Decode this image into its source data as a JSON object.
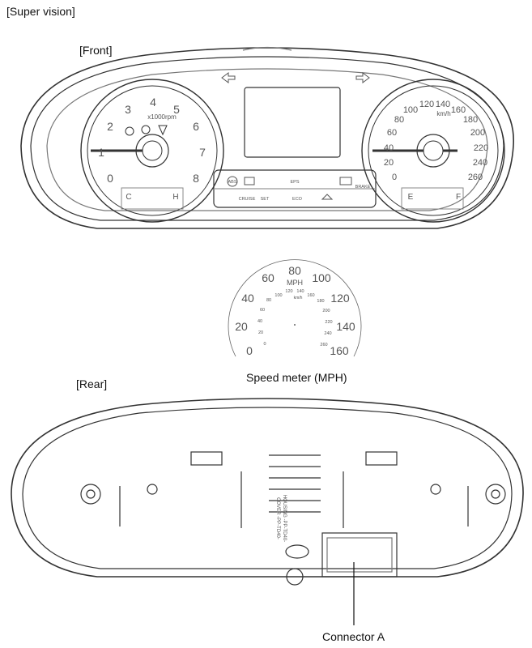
{
  "header": {
    "title": "[Super vision]"
  },
  "front": {
    "label": "[Front]",
    "tach": {
      "numbers": [
        "0",
        "1",
        "2",
        "3",
        "4",
        "5",
        "6",
        "7",
        "8"
      ],
      "unit": "x1000rpm"
    },
    "temp": {
      "cold": "C",
      "hot": "H"
    },
    "fuel": {
      "empty": "E",
      "full": "F"
    },
    "speedo": {
      "numbers": [
        "0",
        "20",
        "40",
        "60",
        "80",
        "100",
        "120",
        "140",
        "160",
        "180",
        "200",
        "220",
        "240",
        "260"
      ],
      "unit": "km/h"
    },
    "warnings": {
      "cruise": "CRUISE",
      "set": "SET",
      "eps": "EPS",
      "eco": "ECO",
      "brake": "BRAKE",
      "abs": "ABS"
    }
  },
  "mph_gauge": {
    "outer_numbers": [
      "0",
      "20",
      "40",
      "60",
      "80",
      "100",
      "120",
      "140",
      "160"
    ],
    "unit": "MPH",
    "inner_numbers": [
      "0",
      "20",
      "40",
      "60",
      "80",
      "100",
      "120",
      "140",
      "160",
      "180",
      "200",
      "220",
      "240",
      "260"
    ],
    "inner_unit": "km/h",
    "caption": "Speed meter (MPH)"
  },
  "rear": {
    "label": "[Rear]",
    "housing_text": [
      "HOUSING -PP-TD40-",
      "COVER -PP-TD40-"
    ],
    "connector_label": "Connector A"
  }
}
